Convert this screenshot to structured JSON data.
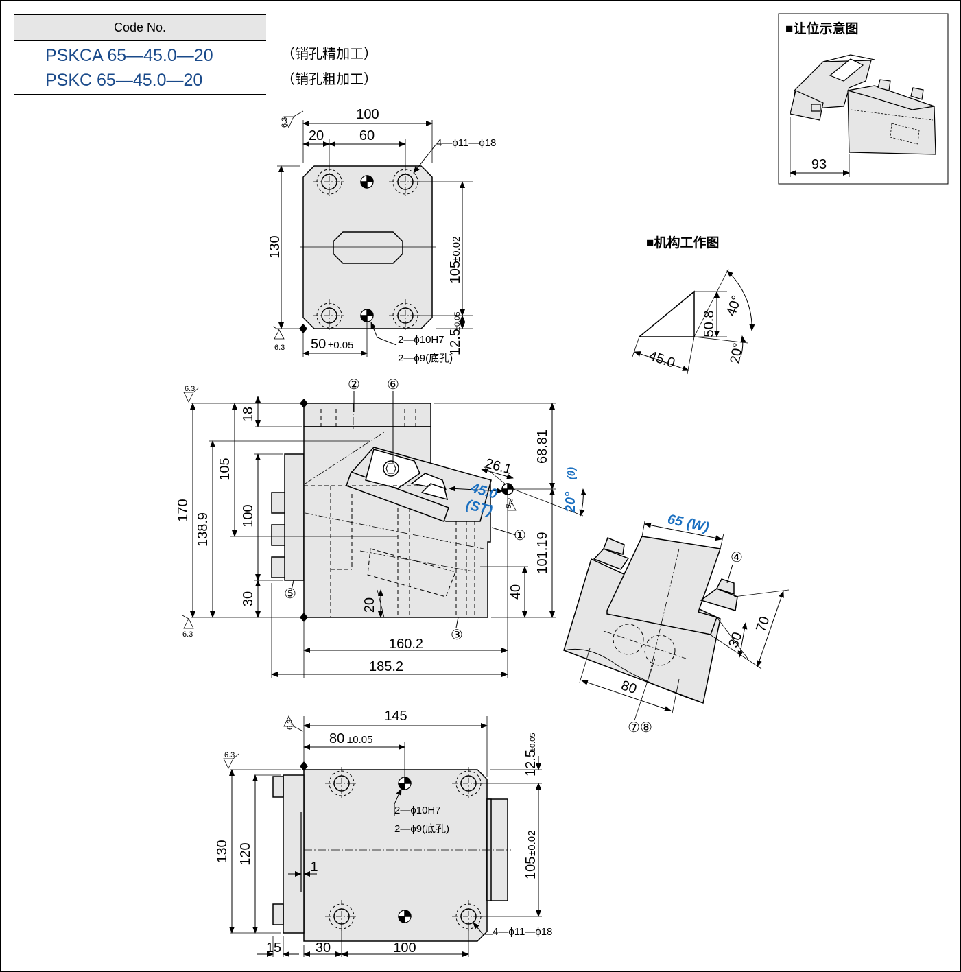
{
  "code_table": {
    "header": "Code No.",
    "rows": [
      {
        "code": "PSKCA 65—45.0—20",
        "note": "（销孔精加工）"
      },
      {
        "code": "PSKC 65—45.0—20",
        "note": "（销孔粗加工）"
      }
    ]
  },
  "titles": {
    "clearance": "■让位示意图",
    "mechanism": "■机构工作图"
  },
  "roughness": "6.3",
  "top_view": {
    "dim_100": "100",
    "dim_20": "20",
    "dim_60": "60",
    "dim_130": "130",
    "dim_105": "105",
    "dim_105_tol": "±0.02",
    "dim_12_5": "12.5",
    "dim_12_5_tol": "±0.05",
    "dim_50": "50",
    "dim_50_tol": "±0.05",
    "holes": "4—ϕ11—ϕ18",
    "pin_1": "2—ϕ10H7",
    "pin_2": "2—ϕ9(底孔)"
  },
  "side_view": {
    "dim_170": "170",
    "dim_138_9": "138.9",
    "dim_105": "105",
    "dim_100": "100",
    "dim_30": "30",
    "dim_18": "18",
    "dim_68_81": "68.81",
    "dim_26_1": "26.1",
    "dim_45": "45.0",
    "dim_st": "(ST)",
    "dim_20": "20°",
    "dim_theta": "(θ)",
    "dim_101_19": "101.19",
    "dim_40": "40",
    "dim_20b": "20",
    "dim_160_2": "160.2",
    "dim_185_2": "185.2",
    "part_1": "①",
    "part_2": "②",
    "part_3": "③",
    "part_5": "⑤",
    "part_6": "⑥"
  },
  "iso_view": {
    "dim_65": "65",
    "dim_w": "(W)",
    "dim_70": "70",
    "dim_30": "30",
    "dim_80": "80",
    "part_4": "④",
    "part_78": "⑦⑧"
  },
  "bottom_view": {
    "dim_145": "145",
    "dim_80": "80",
    "dim_80_tol": "±0.05",
    "dim_12_5": "12.5",
    "dim_12_5_tol": "±0.05",
    "dim_105": "105",
    "dim_105_tol": "±0.02",
    "dim_130": "130",
    "dim_120": "120",
    "dim_1": "1",
    "dim_15": "15",
    "dim_30": "30",
    "dim_100": "100",
    "holes": "4—ϕ11—ϕ18",
    "pin_1": "2—ϕ10H7",
    "pin_2": "2—ϕ9(底孔)"
  },
  "mechanism": {
    "dim_45": "45.0",
    "dim_50_8": "50.8",
    "dim_40": "40°",
    "dim_20": "20°"
  },
  "clearance": {
    "dim_93": "93"
  },
  "colors": {
    "part_fill": "#e6e6e6",
    "line": "#000000",
    "accent": "#1a6fc0",
    "code_text": "#1a4a8a"
  }
}
